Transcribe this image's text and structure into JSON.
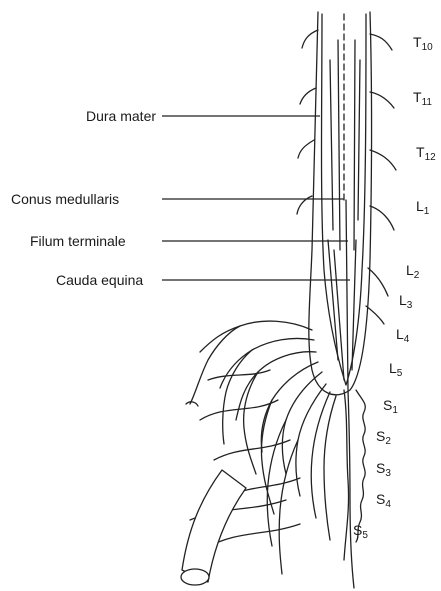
{
  "labels": {
    "dura_mater": "Dura mater",
    "conus_medullaris": "Conus medullaris",
    "filum_terminale": "Filum terminale",
    "cauda_equina": "Cauda equina"
  },
  "levels": [
    {
      "letter": "T",
      "num": "10"
    },
    {
      "letter": "T",
      "num": "11"
    },
    {
      "letter": "T",
      "num": "12"
    },
    {
      "letter": "L",
      "num": "1"
    },
    {
      "letter": "L",
      "num": "2"
    },
    {
      "letter": "L",
      "num": "3"
    },
    {
      "letter": "L",
      "num": "4"
    },
    {
      "letter": "L",
      "num": "5"
    },
    {
      "letter": "S",
      "num": "1"
    },
    {
      "letter": "S",
      "num": "2"
    },
    {
      "letter": "S",
      "num": "3"
    },
    {
      "letter": "S",
      "num": "4"
    },
    {
      "letter": "S",
      "num": "5"
    }
  ]
}
